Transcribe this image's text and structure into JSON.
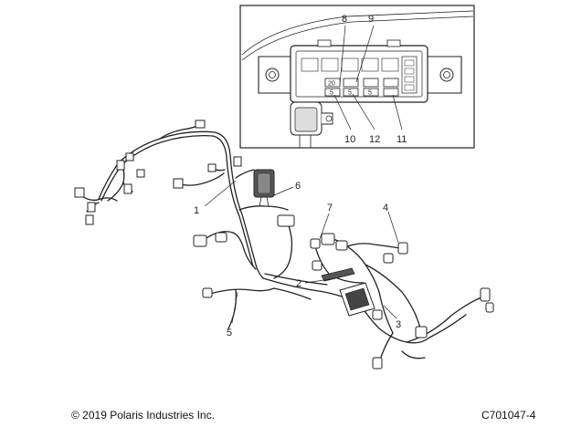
{
  "diagram": {
    "callouts": {
      "c1": "1",
      "c2": "2",
      "c3": "3",
      "c4": "4",
      "c5": "5",
      "c6": "6",
      "c7": "7",
      "c8": "8",
      "c9": "9",
      "c10": "10",
      "c11": "11",
      "c12": "12"
    },
    "fuse_labels": {
      "f1": "20",
      "f2": "5",
      "f3": "5",
      "f4": "5"
    }
  },
  "footer": {
    "copyright": "© 2019 Polaris Industries Inc.",
    "figure_code": "C701047-4"
  }
}
